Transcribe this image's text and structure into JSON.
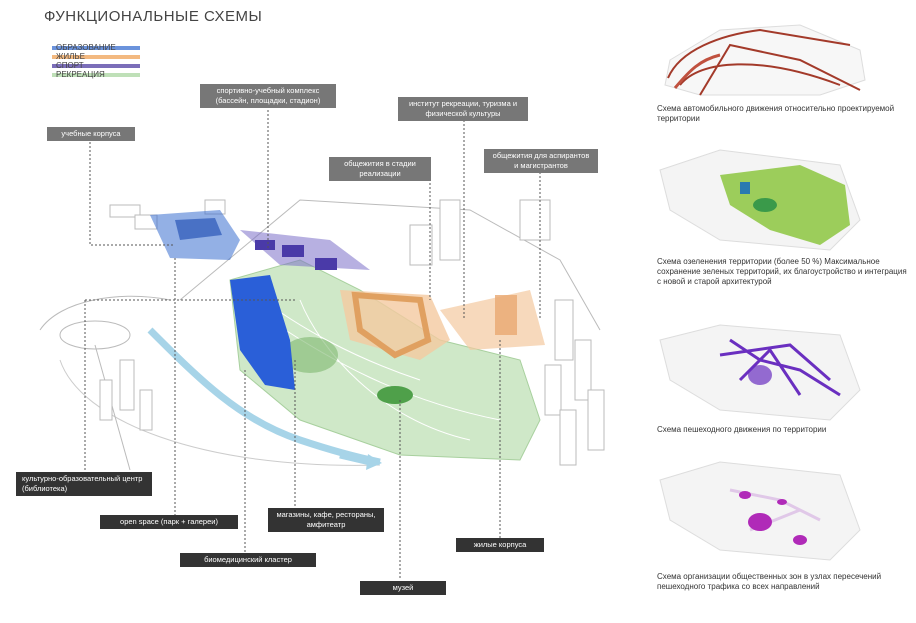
{
  "title": "ФУНКЦИОНАЛЬНЫЕ СХЕМЫ",
  "legend": [
    {
      "label": "ОБРАЗОВАНИЕ",
      "color": "#3a6fd0"
    },
    {
      "label": "ЖИЛЬЕ",
      "color": "#f0a860"
    },
    {
      "label": "СПОРТ",
      "color": "#5a4aa8"
    },
    {
      "label": "РЕКРЕАЦИЯ",
      "color": "#b8ddb0"
    }
  ],
  "labels": {
    "sport": "спортивно-учебный комплекс (бассейн, площадки, стадион)",
    "edu": "учебные корпуса",
    "inst": "институт рекреации, туризма и физической культуры",
    "dorm_stage": "общежития в стадии реализации",
    "dorm_grad": "общежития для аспирантов и магистрантов",
    "culture": "культурно-образовательный центр (библиотека)",
    "openspace": "open space (парк + галереи)",
    "shops": "магазины, кафе, рестораны, амфитеатр",
    "bio": "биомедицинский кластер",
    "living": "жилые корпуса",
    "museum": "музей"
  },
  "captions": {
    "car": "Схема автомобильного движения относительно проектируемой территории",
    "green": "Схема озеленения территории (более 50 %) Максимальное сохранение зеленых территорий, их благоустройство и интеграция с новой и старой архитектурой",
    "ped": "Схема пешеходного движения по территории",
    "public": "Схема организации общественных зон в узлах пересечений пешеходного трафика со всех направлений"
  },
  "colors": {
    "car": "#a33a2a",
    "green": "#8cc63f",
    "ped": "#6a2fc0",
    "public": "#b02ab8"
  }
}
